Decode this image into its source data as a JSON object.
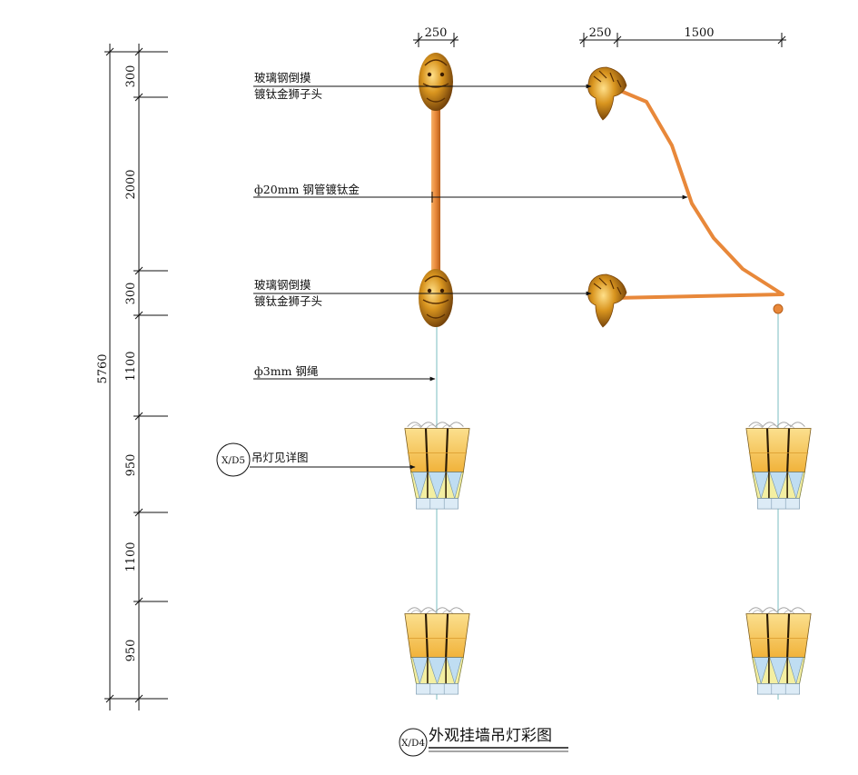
{
  "dimensions": {
    "top": [
      "250",
      "250",
      "1500"
    ],
    "vertical": [
      "300",
      "2000",
      "300",
      "1100",
      "950",
      "1100",
      "950"
    ],
    "total": "5760"
  },
  "labels": {
    "lion_head_top": [
      "玻璃钢倒摸",
      "镀钛金狮子头"
    ],
    "steel_pipe": "ф20mm 钢管镀钛金",
    "lion_head_bottom": [
      "玻璃钢倒摸",
      "镀钛金狮子头"
    ],
    "steel_rope": "ф3mm 钢绳",
    "lamp_ref_tag": "X/D5",
    "lamp_ref_text": "吊灯见详图"
  },
  "title": {
    "tag": "X/D4",
    "text": "外观挂墙吊灯彩图"
  },
  "colors": {
    "pipe": "#E8883A",
    "lion_gold": "#C98A1E",
    "lamp_amber": "#F6C454",
    "lamp_yellow": "#F3EFA2",
    "lamp_blue": "#BFDDF2",
    "rope": "#9FCFD2",
    "line": "#111111"
  }
}
